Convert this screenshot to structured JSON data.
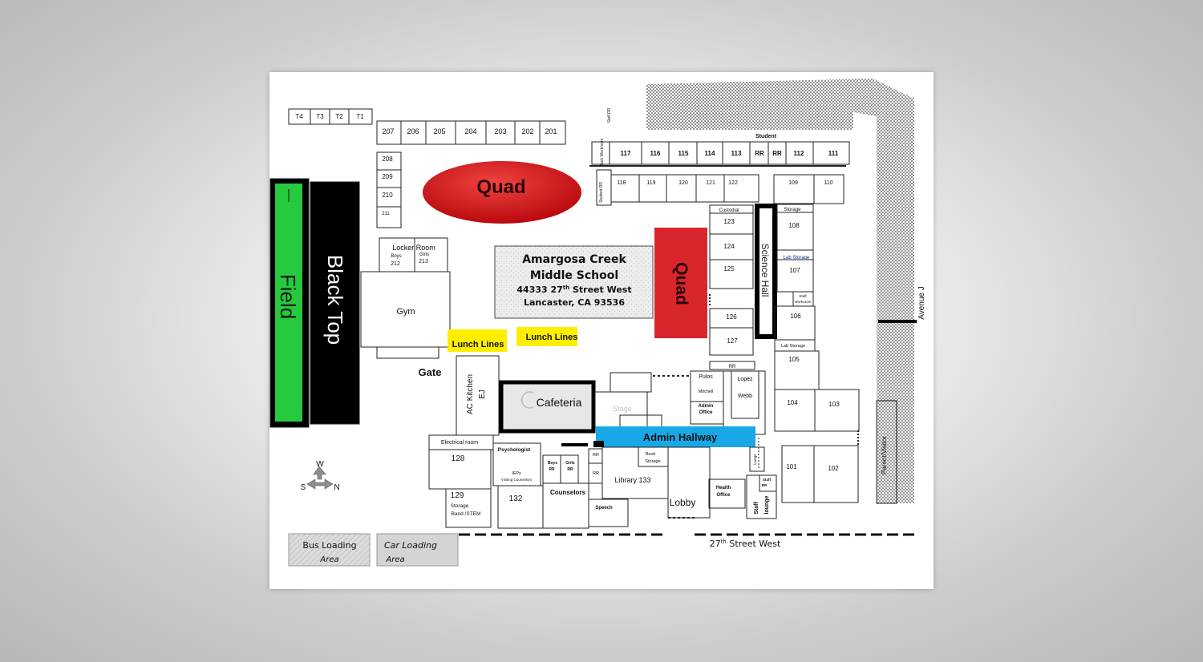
{
  "campus": {
    "school_name_line1": "Amargosa Creek",
    "school_name_line2": "Middle School",
    "address_line1": "44333 27",
    "address_line1_sup": "th",
    "address_line1_rest": " Street West",
    "address_line2": "Lancaster, CA  93536"
  },
  "areas": {
    "field": "Field",
    "blacktop": "Black Top",
    "quad_oval": "Quad",
    "quad_rect": "Quad",
    "gym": "Gym",
    "gate": "Gate",
    "cafeteria": "Cafeteria",
    "stage": "Stage",
    "lunch_lines_1": "Lunch Lines",
    "lunch_lines_2": "Lunch Lines",
    "admin_hallway": "Admin Hallway",
    "science_hall": "Science Hall",
    "ac_kitchen": "AC Kitchen",
    "ac_kitchen_ej": "EJ",
    "electrical_room": "Electrical room",
    "psychologist": "Psychologist",
    "ieps": "IEPs",
    "visiting_counselors": "Visiting Counselors",
    "boys_rr": "Boys",
    "girls_rr": "Girls",
    "rr": "RR",
    "counselors": "Counselors",
    "speech": "Speech",
    "library": "Library 133",
    "book_storage_1": "Book",
    "book_storage_2": "Storage",
    "lobby": "Lobby",
    "health_office_1": "Health",
    "health_office_2": "Office",
    "staff_lounge_1": "Staff",
    "staff_lounge_2": "lounge",
    "staff_rr": "Staff",
    "lounge_small": "lounge",
    "pulos": "Pulos",
    "mitchell": "Mitchell",
    "admin_office_1": "Admin",
    "admin_office_2": "Office",
    "lopez": "Lopez",
    "webb": "Webb",
    "custodial": "Custodial",
    "storage_top": "Storage",
    "lab_storage_1": "Lab Storage",
    "lab_storage_2": "Lab Storage",
    "staff_workroom_1": "Staff",
    "staff_workroom_2": "Workroom",
    "student_label": "Student",
    "staff_rr_vertical": "Staff RR",
    "tech_workroom": "Tech Workroom",
    "student_rr_vertical": "Student RR",
    "locker_room": "Locker  Room",
    "locker_boys": "Boys",
    "locker_girls": "Girls",
    "locker_212": "212",
    "locker_213": "213",
    "storage_band_1": "Storage",
    "storage_band_2": "Band /STEM",
    "bus_loading_1": "Bus Loading",
    "bus_loading_2": "Area",
    "car_loading_1": "Car Loading",
    "car_loading_2": "Area",
    "parent_visitor": "Parent/Visitor"
  },
  "streets": {
    "south": "27",
    "south_sup": "th",
    "south_rest": " Street West",
    "east": "Avenue J"
  },
  "compass": {
    "w": "W",
    "s": "S",
    "n": "N"
  },
  "rooms": {
    "t4": "T4",
    "t3": "T3",
    "t2": "T2",
    "t1": "T1",
    "r207": "207",
    "r206": "206",
    "r205": "205",
    "r204": "204",
    "r203": "203",
    "r202": "202",
    "r201": "201",
    "r208": "208",
    "r209": "209",
    "r210": "210",
    "r211": "211",
    "r117": "117",
    "r116": "116",
    "r115": "115",
    "r114": "114",
    "r113": "113",
    "r112": "112",
    "r111": "111",
    "r118": "118",
    "r119": "119",
    "r120": "120",
    "r121": "121",
    "r122": "122",
    "r109": "109",
    "r110": "110",
    "r123": "123",
    "r124": "124",
    "r125": "125",
    "r126": "126",
    "r127": "127",
    "r108": "108",
    "r107": "107",
    "r106": "106",
    "r105": "105",
    "r104": "104",
    "r103": "103",
    "r101": "101",
    "r102": "102",
    "r128": "128",
    "r129": "129",
    "r132": "132"
  },
  "colors": {
    "field_green": "#27c93f",
    "blacktop_black": "#000000",
    "quad_red": "#d9262c",
    "quad_oval_red": "#d0141b",
    "highlight_yellow": "#ffee00",
    "admin_hallway_blue": "#18a8e8",
    "loading_gray": "#d4d4d4"
  }
}
